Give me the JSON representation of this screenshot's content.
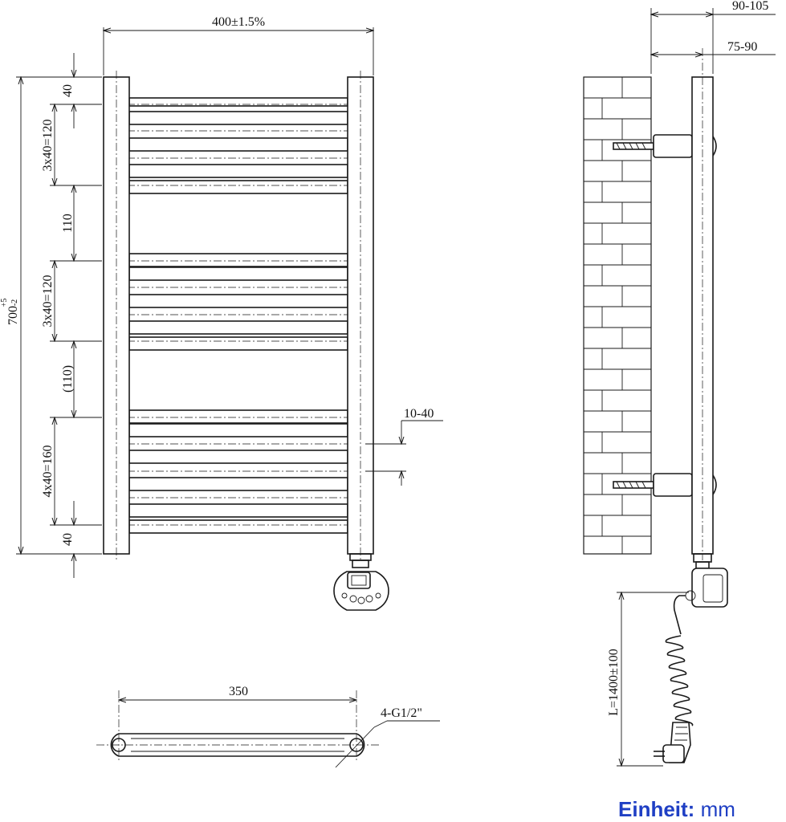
{
  "front_view": {
    "width_label": "400±1.5%",
    "height_label_main": "700",
    "height_label_tol_upper": "+5",
    "height_label_tol_lower": "-2",
    "seg_top": "40",
    "seg_group1": "3x40=120",
    "seg_gap1": "110",
    "seg_group2": "3x40=120",
    "seg_gap2": "(110)",
    "seg_group3": "4x40=160",
    "seg_bottom": "40",
    "offset_label": "10-40"
  },
  "side_view": {
    "depth_total_label": "90-105",
    "depth_axis_label": "75-90",
    "cable_length_label": "L=1400±100"
  },
  "bottom_view": {
    "center_distance_label": "350",
    "connection_label": "4-G1/2\""
  },
  "unit": {
    "label": "Einheit:",
    "value": "mm",
    "color": "#1f3fc4"
  }
}
